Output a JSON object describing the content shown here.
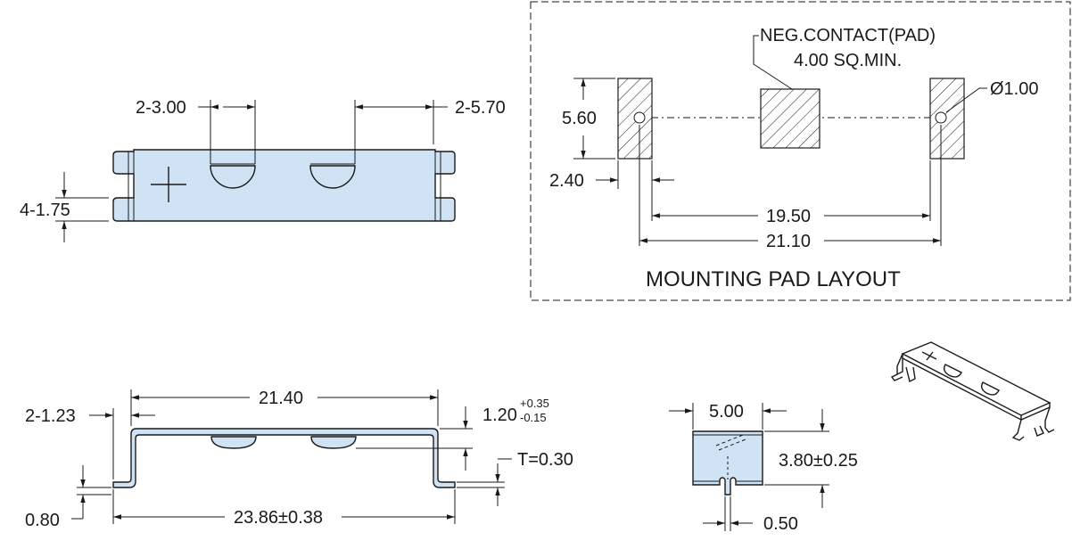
{
  "top_view": {
    "dim_slot_width": "2-3.00",
    "dim_slot_spacing": "2-5.70",
    "dim_tab_width": "4-1.75",
    "plus_mark": "+"
  },
  "pad_layout": {
    "title": "MOUNTING PAD LAYOUT",
    "neg_contact_line1": "NEG.CONTACT(PAD)",
    "neg_contact_line2": "4.00 SQ.MIN.",
    "dim_hole_dia": "Ø1.00",
    "dim_pad_height": "5.60",
    "dim_pad_width": "2.40",
    "dim_inner_span": "19.50",
    "dim_outer_span": "21.10"
  },
  "front_view": {
    "dim_top_length": "21.40",
    "dim_leg_offset": "2-1.23",
    "dim_height": "1.20",
    "dim_height_tol_plus": "+0.35",
    "dim_height_tol_minus": "-0.15",
    "dim_thickness": "T=0.30",
    "dim_foot": "0.80",
    "dim_overall_length": "23.86±0.38"
  },
  "side_view": {
    "dim_width": "5.00",
    "dim_height": "3.80±0.25",
    "dim_slot": "0.50"
  },
  "colors": {
    "part_fill": "#cfe3f5",
    "line": "#1a1a1a"
  }
}
